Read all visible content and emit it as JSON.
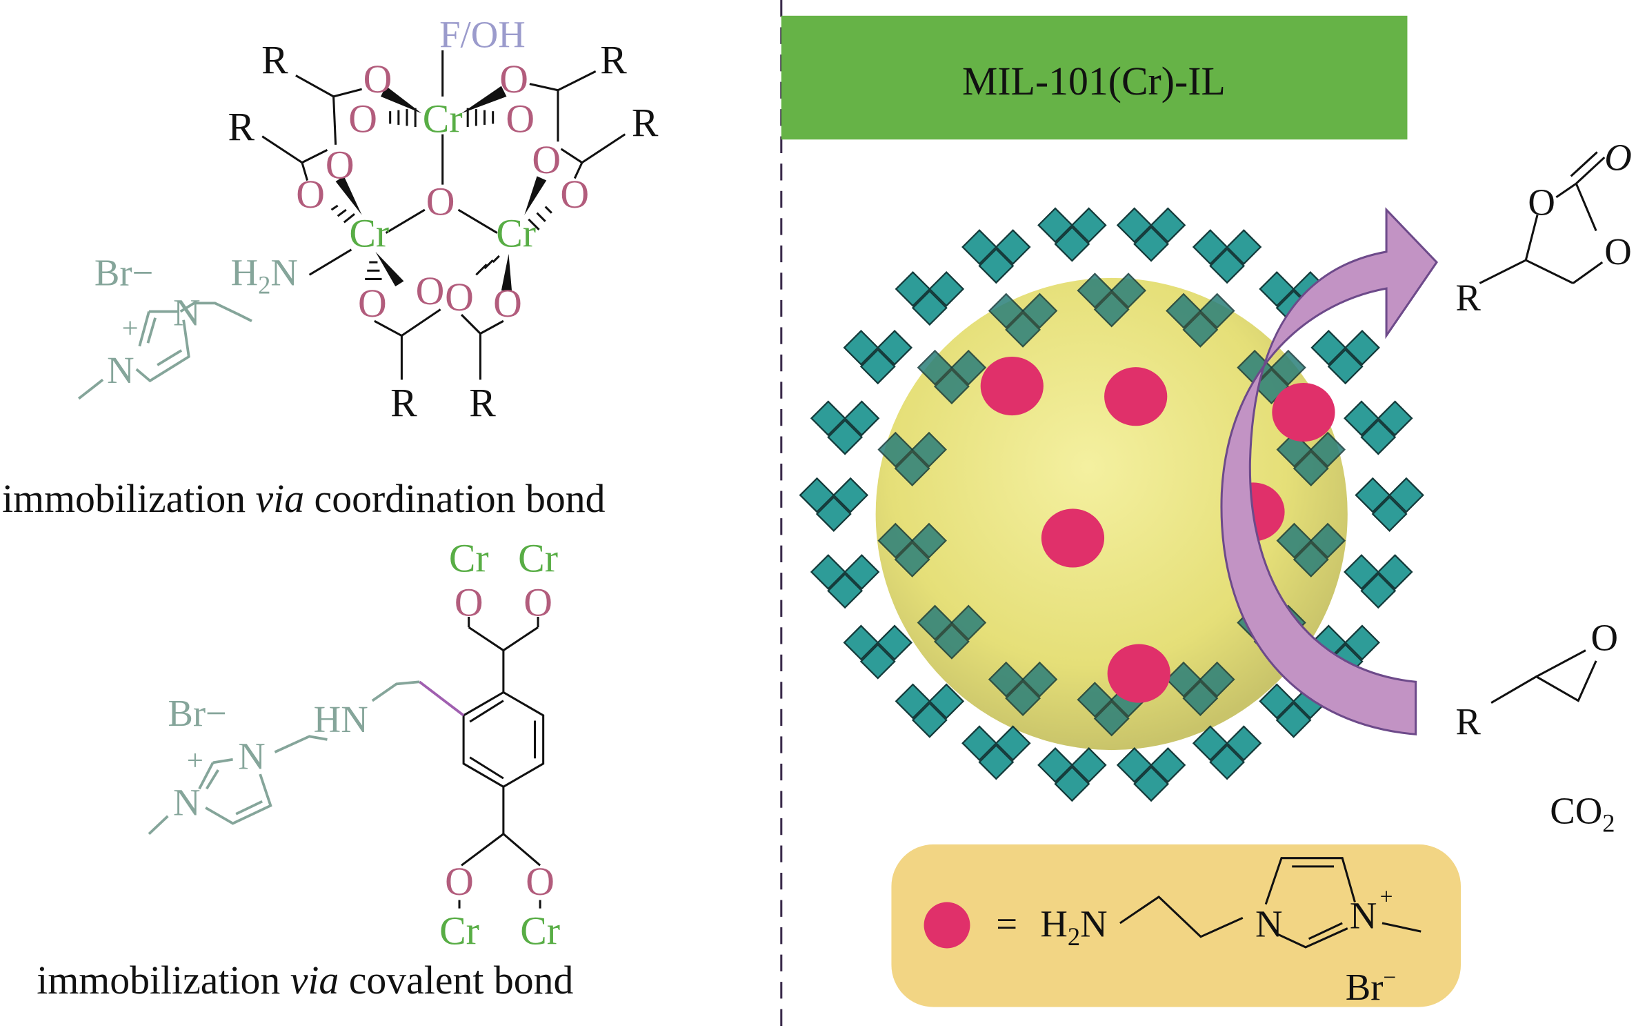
{
  "colors": {
    "oxygen": "#b25c7c",
    "chromium": "#58ad45",
    "ionic_liquid": "#85a59a",
    "f_oh": "#9b9bcc",
    "banner": "#66b347",
    "sphere": "#e8e27a",
    "il_dot": "#e0306a",
    "arrow": "#c293c4",
    "legend_bg": "#f2d584",
    "polyhedra": "#2e9c98"
  },
  "coordination": {
    "f_oh": "F/OH",
    "cr": "Cr",
    "o": "O",
    "r": "R",
    "br": "Br−",
    "h2n_h": "H",
    "h2n_2": "2",
    "h2n_n": "N",
    "n": "N",
    "plus": "+",
    "caption_pre": "immobilization ",
    "caption_via": "via",
    "caption_post": " coordination bond"
  },
  "covalent": {
    "cr": "Cr",
    "o": "O",
    "br": "Br−",
    "hn": "HN",
    "n": "N",
    "plus": "+",
    "caption_pre": "immobilization ",
    "caption_via": "via",
    "caption_post": " covalent bond"
  },
  "banner": {
    "title": "MIL-101(Cr)-IL"
  },
  "reaction": {
    "product_o": "O",
    "r": "R",
    "epoxide_o": "O",
    "co2_c": "CO",
    "co2_sub": "2"
  },
  "legend": {
    "equals": "=",
    "h": "H",
    "sub2": "2",
    "n": "N",
    "plus": "+",
    "br": "Br",
    "minus": "−"
  }
}
